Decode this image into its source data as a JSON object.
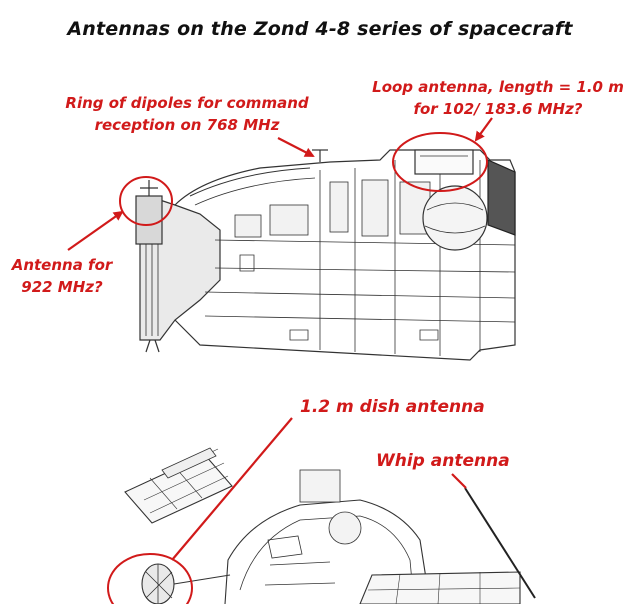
{
  "title": "Antennas on the Zond 4-8 series of spacecraft",
  "labels": {
    "ring_line1": "Ring of dipoles for command",
    "ring_line2": "reception on 768 MHz",
    "loop_line1": "Loop antenna, length = 1.0 m",
    "loop_line2": "for 102/ 183.6 MHz?",
    "a922_line1": "Antenna for",
    "a922_line2": "922 MHz?",
    "dish": "1.2 m dish antenna",
    "whip": "Whip antenna"
  },
  "colors": {
    "annotation": "#d11a1a",
    "line_art": "#333333",
    "title": "#111111"
  }
}
